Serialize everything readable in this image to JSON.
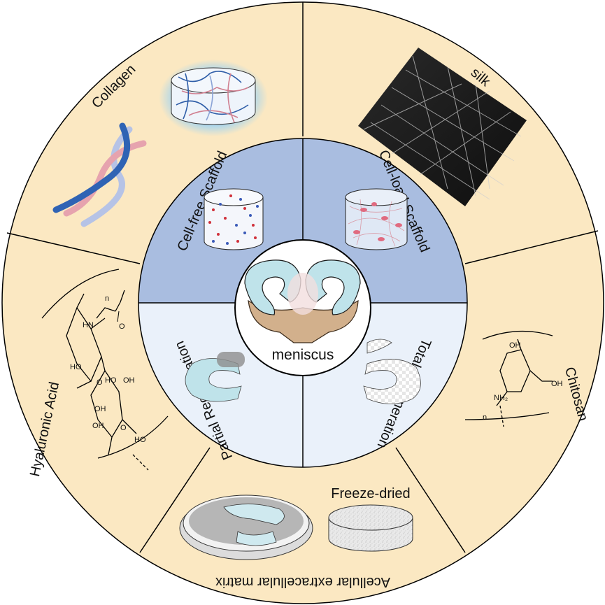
{
  "center": {
    "label": "meniscus"
  },
  "inner_ring": {
    "cell_free": "Cell-free Scaffold",
    "cell_load": "Cell-load Scaffold",
    "partial": "Partial Regeneration",
    "total": "Total Regeneration"
  },
  "outer_ring": {
    "collagen": "Collagen",
    "silk": "silk",
    "chitosan": "Chitosan",
    "acellular": "Acellular extracellular matrix",
    "freeze_dried": "Freeze-dried",
    "hyaluronic": "Hyaluronic Acid"
  },
  "chem_labels": {
    "ha_n": "n",
    "ha_nh": "HN",
    "ha_o1": "O",
    "ha_o2": "O",
    "ha_ho1": "HO",
    "ha_ho2": "HO",
    "ha_ho3": "HO",
    "ha_oh1": "OH",
    "ha_oh2": "OH",
    "ha_oh3": "OH",
    "ha_o3": "O",
    "ch_oh1": "OH",
    "ch_oh2": "OH",
    "ch_nh2": "NH₂",
    "ch_n": "n"
  },
  "colors": {
    "outer_fill": "#fbe8c2",
    "inner_top": "#a9bde0",
    "inner_bottom": "#eaf1fa",
    "meniscus": "#bfe3ea",
    "bone": "#d2b08c",
    "outline": "#000000"
  }
}
